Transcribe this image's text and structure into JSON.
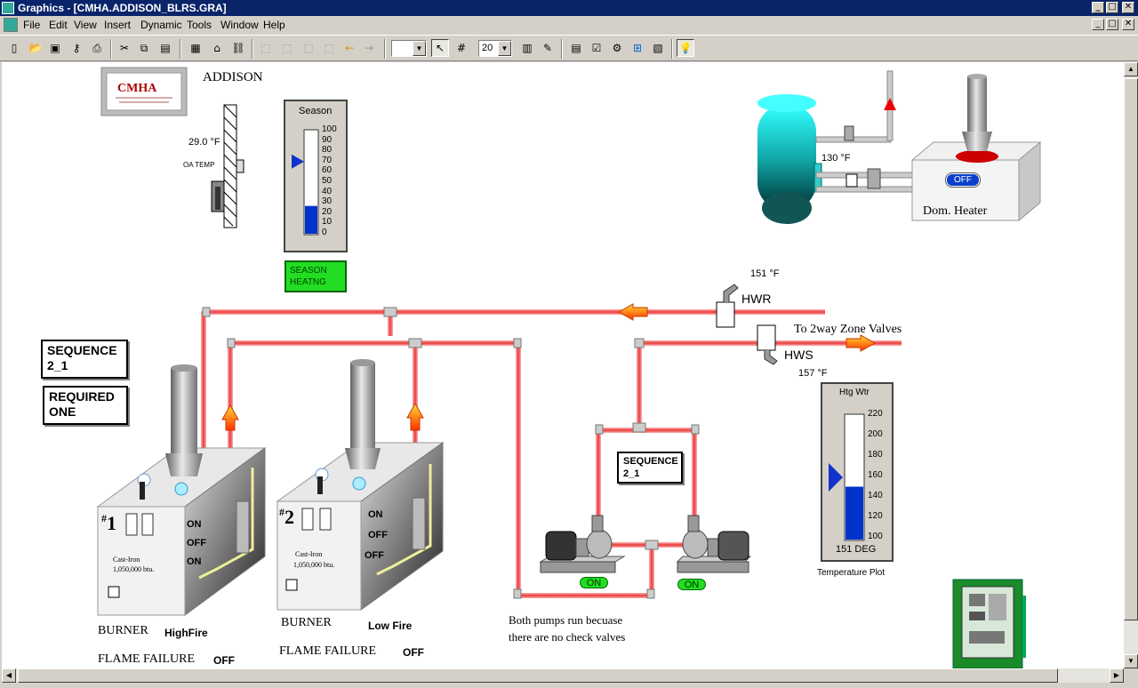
{
  "window": {
    "title": "Graphics - [CMHA.ADDISON_BLRS.GRA]",
    "title_buttons": [
      "_",
      "□",
      "✕"
    ],
    "doc_buttons": [
      "_",
      "□",
      "✕"
    ]
  },
  "menu": [
    "File",
    "Edit",
    "View",
    "Insert",
    "Dynamic",
    "Tools",
    "Window",
    "Help"
  ],
  "toolbar": {
    "zoom_value": "20"
  },
  "header": {
    "logo_text": "CMHA",
    "site_name": "ADDISON",
    "oa_temp_value": "29.0 °F",
    "oa_temp_label": "OA TEMP"
  },
  "season_gauge": {
    "title": "Season",
    "ticks": [
      "100",
      "90",
      "80",
      "70",
      "60",
      "50",
      "40",
      "30",
      "20",
      "10",
      "0"
    ],
    "fill_value": 27,
    "setpoint_value": 70,
    "status_line1": "SEASON",
    "status_line2": "HEATNG"
  },
  "labels": {
    "sequence_main_1": "SEQUENCE",
    "sequence_main_2": "2_1",
    "required_1": "REQUIRED",
    "required_2": "ONE",
    "sequence_pump_1": "SEQUENCE",
    "sequence_pump_2": "2_1",
    "hwr_temp": "151 °F",
    "hwr": "HWR",
    "zone_valves": "To 2way Zone Valves",
    "hws": "HWS",
    "hws_temp": "157 °F",
    "note_line1": "Both pumps run becuase",
    "note_line2": "there are no check valves",
    "temperature_plot": "Temperature Plot"
  },
  "domestic": {
    "tank_temp": "130 °F",
    "status": "OFF",
    "label": "Dom. Heater"
  },
  "boilers": [
    {
      "number": "1",
      "material": "Cast-Iron",
      "capacity": "1,050,000 btu.",
      "status1": "ON",
      "status2": "OFF",
      "status3": "ON",
      "burner_label": "BURNER",
      "burner_state": "HighFire",
      "flame_label": "FLAME FAILURE",
      "flame_state": "OFF"
    },
    {
      "number": "2",
      "material": "Cast-Iron",
      "capacity": "1,050,000 btu.",
      "status1": "ON",
      "status2": "OFF",
      "status3": "OFF",
      "burner_label": "BURNER",
      "burner_state": "Low Fire",
      "flame_label": "FLAME FAILURE",
      "flame_state": "OFF"
    }
  ],
  "pumps": [
    {
      "status": "ON"
    },
    {
      "status": "ON"
    }
  ],
  "htg_gauge": {
    "title": "Htg Wtr",
    "ticks": [
      "220",
      "200",
      "180",
      "160",
      "140",
      "120",
      "100"
    ],
    "min": 100,
    "max": 220,
    "fill_value": 151,
    "setpoint_value": 160,
    "readout": "151 DEG"
  },
  "colors": {
    "pipe": "#f05050",
    "arrow": "#ff6600",
    "gauge_fill": "#0033cc",
    "status_green": "#22dd22",
    "title_blue": "#0a246a"
  }
}
